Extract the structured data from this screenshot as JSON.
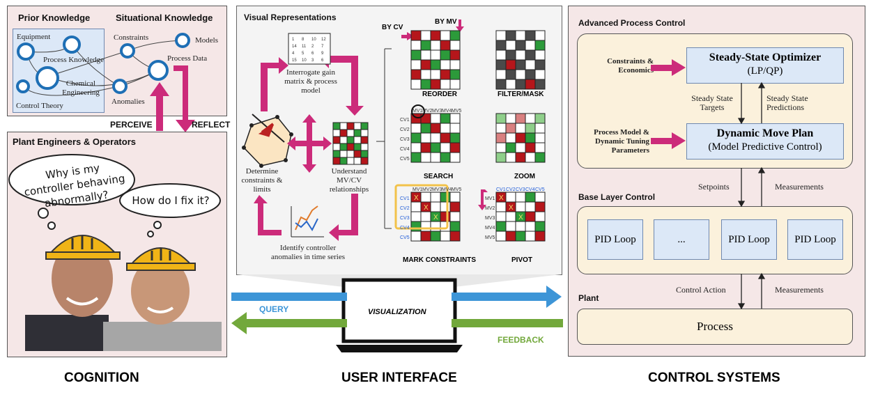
{
  "cognition": {
    "prior_title": "Prior Knowledge",
    "situational_title": "Situational Knowledge",
    "nodes": {
      "equipment": "Equipment",
      "process_knowledge": "Process Knowledge",
      "chemical_engineering": "Chemical Engineering",
      "control_theory": "Control Theory",
      "constraints": "Constraints",
      "models": "Models",
      "process_data": "Process Data",
      "anomalies": "Anomalies"
    },
    "perceive": "PERCEIVE",
    "reflect": "REFLECT",
    "engineers_title": "Plant Engineers & Operators",
    "bubble1": "Why is my controller behaving abnormally?",
    "bubble2": "How do I fix it?",
    "label": "COGNITION"
  },
  "ui": {
    "title": "Visual Representations",
    "step_gain": "Interrogate gain matrix & process model",
    "step_constraints": "Determine constraints & limits",
    "step_relationships": "Understand MV/CV relationships",
    "step_anomalies": "Identify controller anomalies in time series",
    "by_cv": "BY CV",
    "by_mv": "BY MV",
    "reorder": "REORDER",
    "filter": "FILTER/MASK",
    "search": "SEARCH",
    "zoom": "ZOOM",
    "mark": "MARK CONSTRAINTS",
    "pivot": "PIVOT",
    "mv_labels": [
      "MV1",
      "MV2",
      "MV3",
      "MV4",
      "MV5"
    ],
    "cv_labels": [
      "CV1",
      "CV2",
      "CV3",
      "CV4",
      "CV5"
    ],
    "query": "QUERY",
    "visualization": "VISUALIZATION",
    "feedback": "FEEDBACK",
    "label": "USER INTERFACE",
    "gain_matrix": [
      "1",
      "8",
      "10",
      "12",
      "14",
      "11",
      "2",
      "7",
      "4",
      "5",
      "6",
      "9",
      "15",
      "10",
      "3",
      "6"
    ]
  },
  "control": {
    "apc_title": "Advanced Process Control",
    "constraints_econ": "Constraints & Economics",
    "optimizer_title": "Steady-State Optimizer",
    "optimizer_sub": "(LP/QP)",
    "ss_targets": "Steady State Targets",
    "ss_predictions": "Steady State Predictions",
    "process_model": "Process Model & Dynamic Tuning Parameters",
    "dmp_title": "Dynamic Move Plan",
    "dmp_sub": "(Model Predictive Control)",
    "setpoints": "Setpoints",
    "measurements": "Measurements",
    "base_title": "Base Layer Control",
    "pid1": "PID Loop",
    "ellipsis": "...",
    "pid2": "PID Loop",
    "pid3": "PID Loop",
    "control_action": "Control Action",
    "measurements2": "Measurements",
    "plant_title": "Plant",
    "process": "Process",
    "label": "CONTROL SYSTEMS"
  }
}
